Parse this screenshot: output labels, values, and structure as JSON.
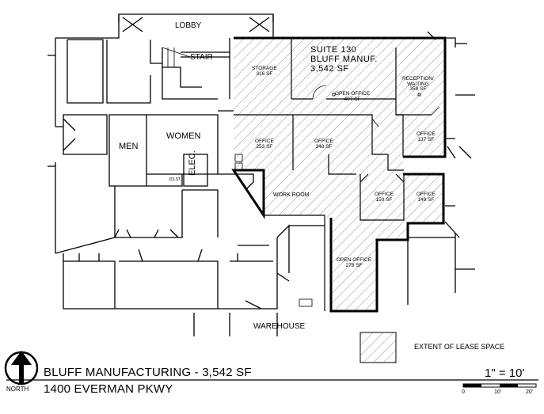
{
  "plan": {
    "lobby": "LOBBY",
    "stair": "STAIR",
    "men": "MEN",
    "women": "WOMEN",
    "elec": "ELEC.",
    "jclst": "JCLST",
    "warehouse": "WAREHOUSE",
    "work_room": "WORK ROOM",
    "suite_lines": [
      "SUITE 130",
      "BLUFF MANUF.",
      "3,542 SF"
    ],
    "rooms": [
      {
        "name": "STORAGE",
        "area": "316 SF"
      },
      {
        "name": "OPEN OFFICE",
        "area": "407 SF"
      },
      {
        "name": "RECEPTION/",
        "name2": "WAITING",
        "area": "358 SF"
      },
      {
        "name": "OFFICE",
        "area": "253 SF"
      },
      {
        "name": "OFFICE",
        "area": "348 SF"
      },
      {
        "name": "OFFICE",
        "area": "137 SF"
      },
      {
        "name": "OFFICE",
        "area": "150 SF"
      },
      {
        "name": "OFFICE",
        "area": "149 SF"
      },
      {
        "name": "OPEN OFFICE",
        "area": "278 SF"
      }
    ]
  },
  "legend": {
    "label": "EXTENT OF LEASE SPACE"
  },
  "title_block": {
    "north": "NORTH",
    "title": "BLUFF MANUFACTURING - 3,542 SF",
    "address": "1400 EVERMAN PKWY",
    "scale": "1\" = 10'",
    "scale_ticks": [
      "0",
      "10'",
      "20'"
    ]
  }
}
